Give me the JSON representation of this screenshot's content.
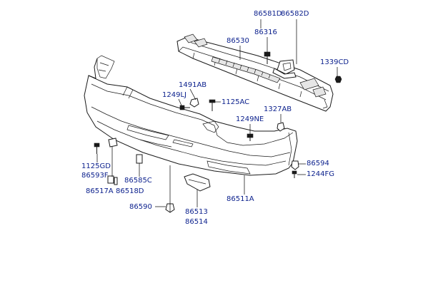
{
  "labels": {
    "l86581D": "86581D",
    "l86582D": "86582D",
    "l86316": "86316",
    "l86530": "86530",
    "l1339CD": "1339CD",
    "l1491AB": "1491AB",
    "l1249LJ": "1249LJ",
    "l1125AC": "1125AC",
    "l1249NE": "1249NE",
    "l1327AB": "1327AB",
    "l1125GD": "1125GD",
    "l86593F": "86593F",
    "l86585C": "86585C",
    "l86517A": "86517A",
    "l86518D": "86518D",
    "l86594": "86594",
    "l1244FG": "1244FG",
    "l86511A": "86511A",
    "l86590": "86590",
    "l86513": "86513",
    "l86514": "86514"
  },
  "colors": {
    "label": "#0a1f8c",
    "line": "#1a1a1a",
    "background": "#ffffff"
  }
}
